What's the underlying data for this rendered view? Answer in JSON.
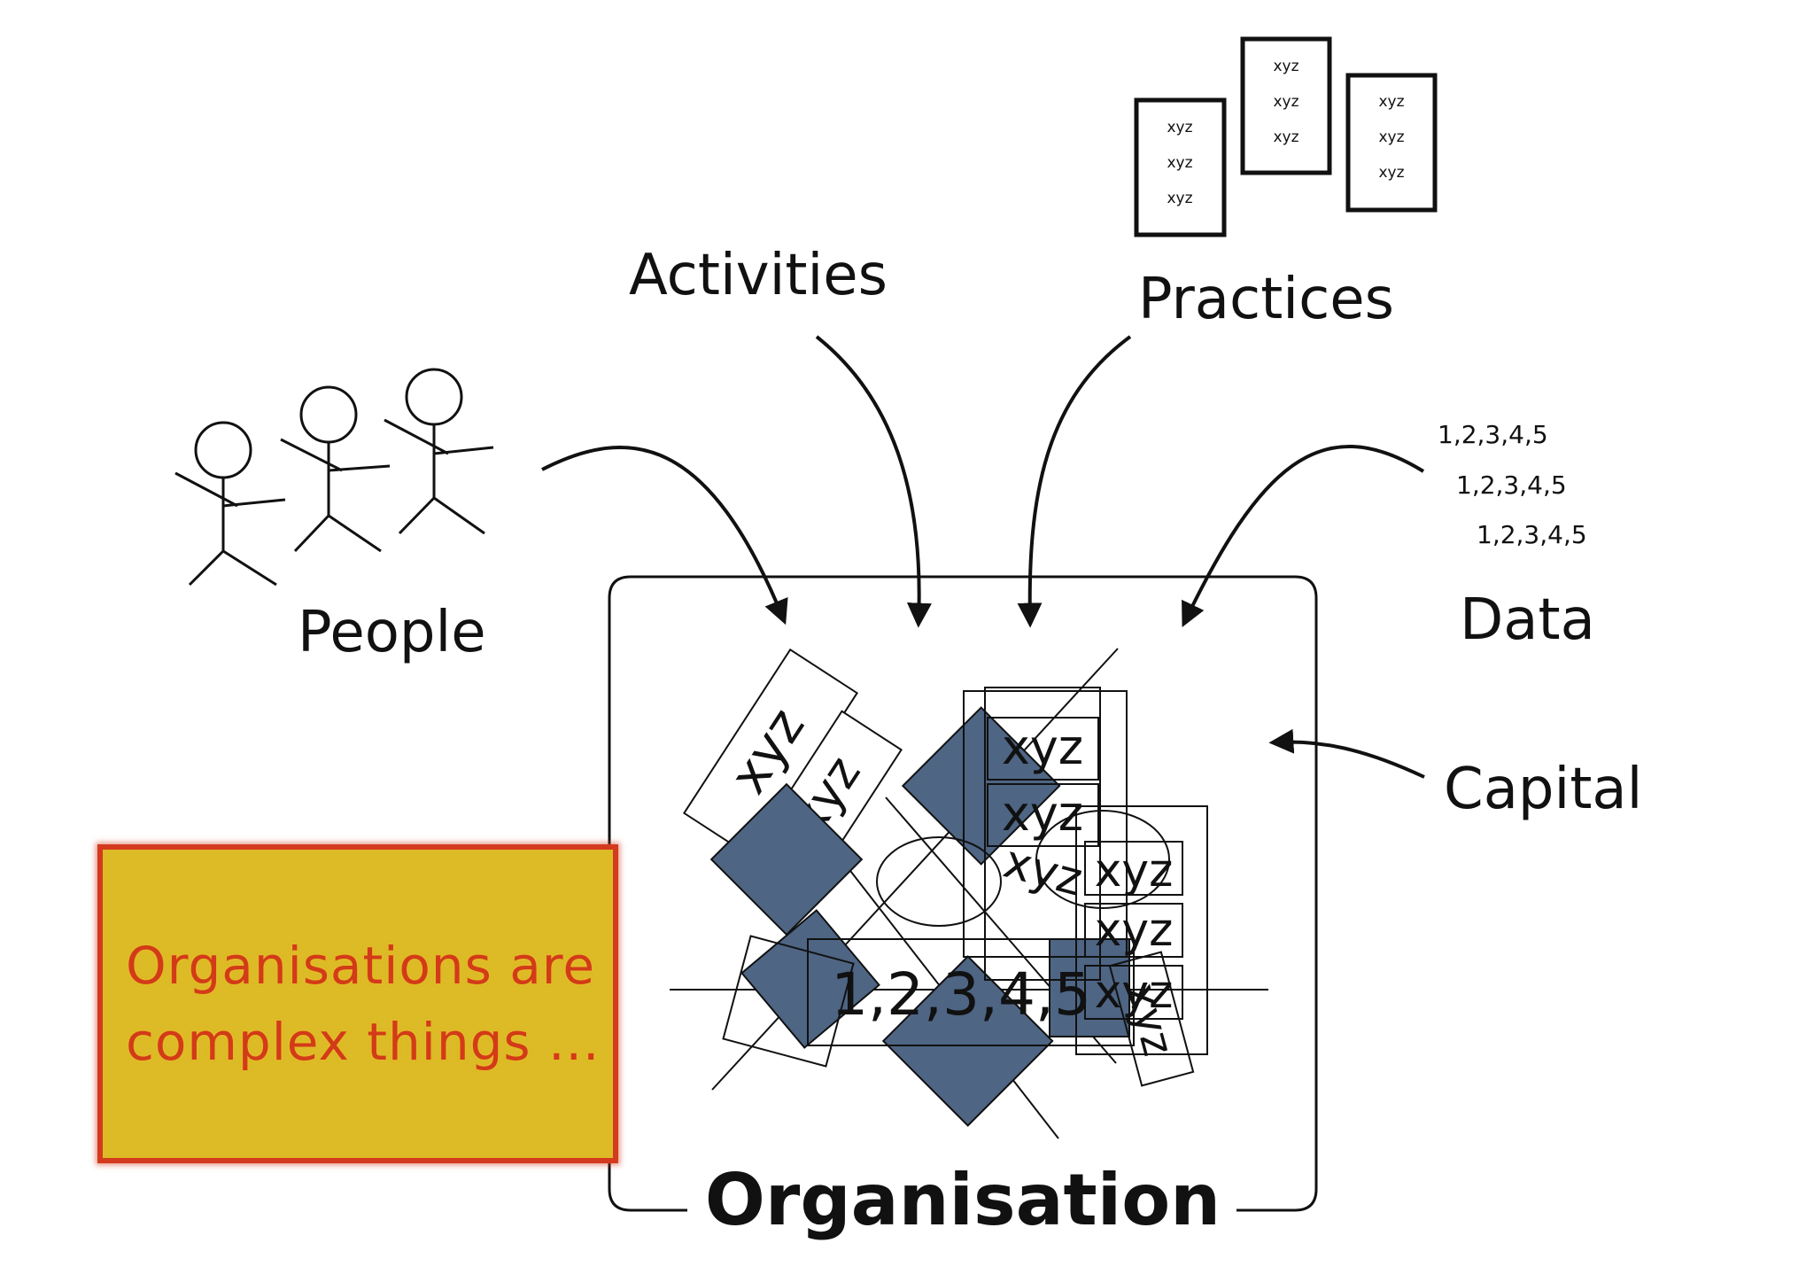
{
  "labels": {
    "people": "People",
    "activities": "Activities",
    "practices": "Practices",
    "data": "Data",
    "capital": "Capital",
    "organisation": "Organisation"
  },
  "practice_cards": [
    [
      "xyz",
      "xyz",
      "xyz"
    ],
    [
      "xyz",
      "xyz",
      "xyz"
    ],
    [
      "xyz",
      "xyz",
      "xyz"
    ]
  ],
  "data_rows": [
    "1,2,3,4,5",
    "1,2,3,4,5",
    "1,2,3,4,5"
  ],
  "jumble": {
    "xyz_tokens": [
      "xyz",
      "xyz",
      "xyz",
      "xyz",
      "xyz",
      "xyz",
      "xyz",
      "xyz",
      "xyz"
    ],
    "number_token": "1,2,3,4,5"
  },
  "note": {
    "text": "Organisations are\ncomplex things ...",
    "bg_color": "#dcbb27",
    "border_color": "#d33a1e",
    "text_color": "#d23b18"
  },
  "colors": {
    "block_fill": "#4e6584",
    "line": "#111111"
  },
  "icons": [
    "stick-figure-icon",
    "stick-figure-icon",
    "stick-figure-icon",
    "arrow-icon"
  ]
}
